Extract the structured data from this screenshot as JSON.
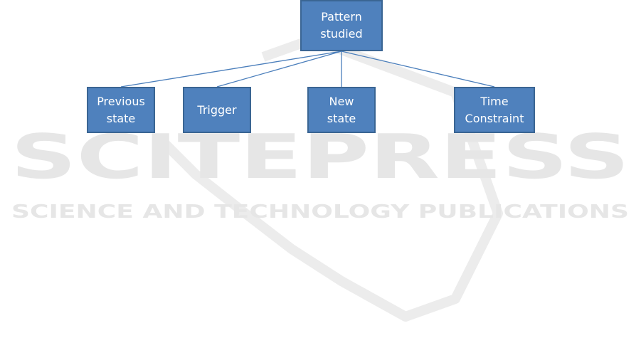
{
  "watermark": {
    "brand": "SCITEPRESS",
    "tagline": "SCIENCE AND TECHNOLOGY PUBLICATIONS"
  },
  "colors": {
    "node_fill": "#4f81bd",
    "node_border": "#3a6593",
    "node_text": "#ffffff",
    "connector": "#4a7ebb",
    "watermark": "#e6e6e6"
  },
  "diagram": {
    "root": {
      "label": "Pattern\nstudied"
    },
    "children": [
      {
        "label": "Previous\nstate"
      },
      {
        "label": "Trigger"
      },
      {
        "label": "New\nstate"
      },
      {
        "label": "Time\nConstraint"
      }
    ]
  }
}
